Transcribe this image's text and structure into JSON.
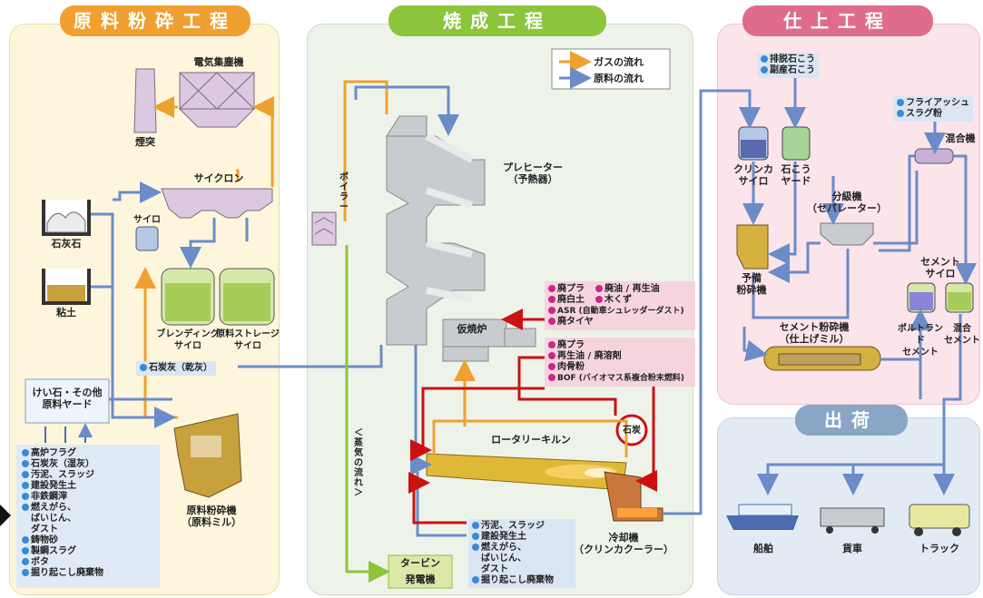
{
  "sections": {
    "raw": "原料粉砕工程",
    "burn": "焼成工程",
    "finish": "仕上工程",
    "ship": "出荷"
  },
  "legend": {
    "gas": "ガスの流れ",
    "material": "原料の流れ"
  },
  "labels": {
    "esp": "電気集塵機",
    "chimney": "煙突",
    "cyclone": "サイクロン",
    "silo_small": "サイロ",
    "limestone": "石灰石",
    "clay": "粘土",
    "blending": "ブレンディング\nサイロ",
    "storage": "原料ストレージ\nサイロ",
    "flyash_dry": "石炭灰（乾灰）",
    "yard": "けい石・その他\n原料ヤード",
    "raw_mill": "原料粉砕機\n（原料ミル）",
    "boiler": "ボイラー",
    "steam": "＜蒸気の流れ＞",
    "preheater": "プレヒーター\n（予熱器）",
    "calciner": "仮焼炉",
    "kiln": "ロータリーキルン",
    "coal": "石炭",
    "cooler": "冷却機\n（クリンカクーラー）",
    "turbine": "タービン",
    "generator": "発電機",
    "clinker_silo": "クリンカ\nサイロ",
    "gypsum_yard": "石こう\nヤード",
    "pre_grinder": "予備\n粉砕機",
    "separator": "分級機\n（セパレーター）",
    "mixer": "混合機",
    "cement_silo": "セメント\nサイロ",
    "portland": "ポルトランド\nセメント",
    "mixed": "混合\nセメント",
    "cement_mill": "セメント粉砕機\n（仕上げミル）",
    "ship": "船舶",
    "freight": "貨車",
    "truck": "トラック"
  },
  "lists": {
    "raw_inputs": [
      "高炉フラグ",
      "石炭灰（湿灰）",
      "汚泥、スラッジ",
      "建設発生土",
      "非鉄鋼滓",
      "燃えがら、",
      "ばいじん、",
      "ダスト",
      "鋳物砂",
      "製鋼スラグ",
      "ボタ",
      "掘り起こし廃棄物"
    ],
    "calciner_top_left": [
      "廃プラ",
      "廃白土"
    ],
    "calciner_top_right": [
      "廃油 / 再生油",
      "木くず"
    ],
    "calciner_top_rest": [
      "ASR (自動車シュレッダーダスト)",
      "廃タイヤ"
    ],
    "calciner_bottom": [
      "廃プラ",
      "再生油 / 廃溶剤",
      "肉骨粉",
      "BOF (バイオマス系複合粉末燃料)"
    ],
    "kiln_inputs": [
      "汚泥、スラッジ",
      "建設発生土",
      "燃えがら、",
      "ばいじん、",
      "ダスト",
      "掘り起こし廃棄物"
    ],
    "gypsum": [
      "排脱石こう",
      "副産石こう"
    ],
    "additives": [
      "フライアッシュ",
      "スラグ粉"
    ]
  },
  "colors": {
    "gas": "#f0a030",
    "material": "#6b8cc8",
    "fuel": "#cc1111",
    "steam": "#8cc43c",
    "raw_panel": "#fdf6dc",
    "burn_panel": "#eef3ea",
    "finish_panel": "#fbe4ea",
    "ship_panel": "#e2ebf4"
  }
}
